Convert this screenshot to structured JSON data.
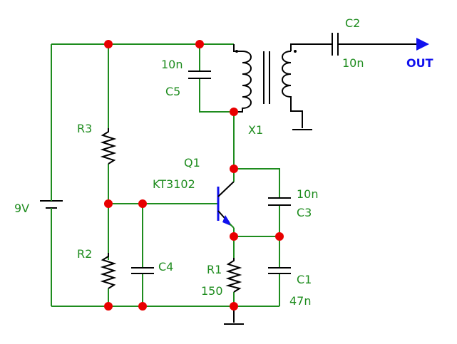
{
  "labels": {
    "c2_name": "C2",
    "c2_value": "10n",
    "out": "OUT",
    "c5_value": "10n",
    "c5_name": "C5",
    "x1_name": "X1",
    "r3_name": "R3",
    "q1_name": "Q1",
    "q1_part": "KT3102",
    "c3_value": "10n",
    "c3_name": "C3",
    "battery_voltage": "9V",
    "r2_name": "R2",
    "c4_name": "C4",
    "r1_name": "R1",
    "r1_value": "150",
    "c1_name": "C1",
    "c1_value": "47n"
  },
  "colors": {
    "wire": "#1e8c1e",
    "component": "#000000",
    "junction": "#e80000",
    "transistor": "#1111ee",
    "output": "#1111ee",
    "text": "#1e8c1e"
  }
}
